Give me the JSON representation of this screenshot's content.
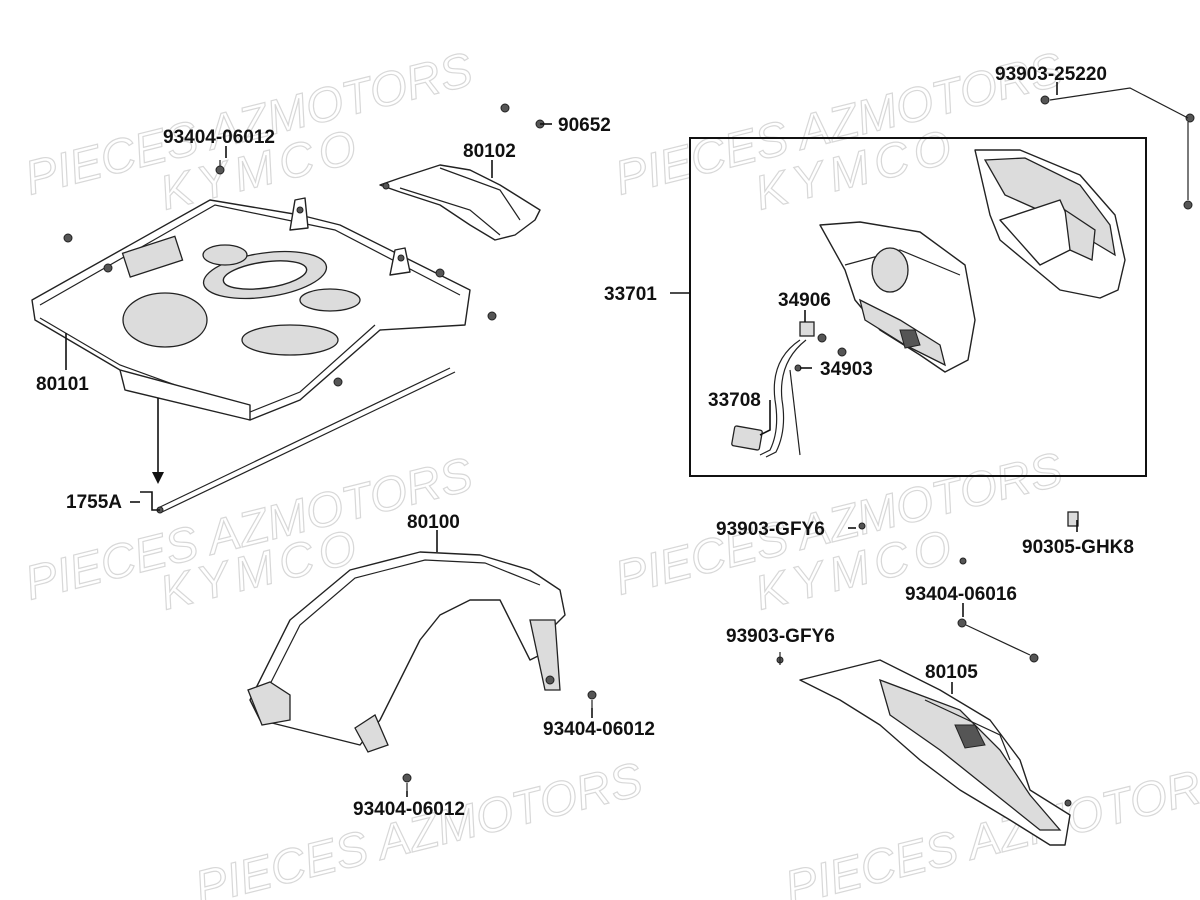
{
  "watermark": {
    "line1": "PIECES AZMOTORS",
    "line2": "KYMCO"
  },
  "colors": {
    "ink": "#111111",
    "watermark": "#d8d8d8",
    "background": "#ffffff"
  },
  "labels": {
    "p93404_06012_top": "93404-06012",
    "p90652": "90652",
    "p80102": "80102",
    "p80101": "80101",
    "p1755A": "1755A",
    "p93903_25220": "93903-25220",
    "p33701": "33701",
    "p34906": "34906",
    "p34903": "34903",
    "p33708": "33708",
    "p80100": "80100",
    "p93404_06012_mid": "93404-06012",
    "p93404_06012_bottom": "93404-06012",
    "p93903_GFY6_top": "93903-GFY6",
    "p90305_GHK8": "90305-GHK8",
    "p93404_06016": "93404-06016",
    "p93903_GFY6_bottom": "93903-GFY6",
    "p80105": "80105"
  }
}
